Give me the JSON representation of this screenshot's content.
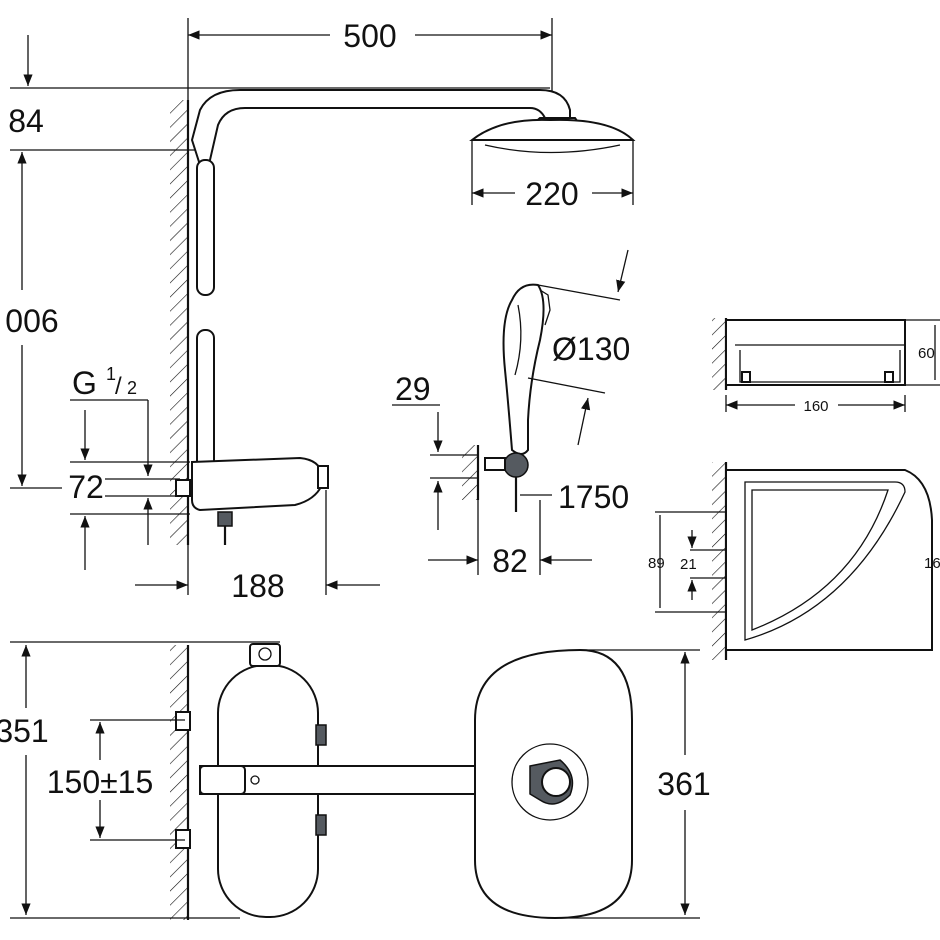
{
  "dimensions": {
    "arm_length": "500",
    "top_offset": "84",
    "head_diameter": "220",
    "total_height": "006",
    "inlet_thread_g": "G",
    "inlet_thread_num": "1",
    "inlet_thread_den": "2",
    "inlet_height": "72",
    "thermostat_depth": "188",
    "handshower_diameter": "Ø130",
    "holder_offset": "29",
    "holder_height": "1750",
    "holder_depth": "82",
    "body_height": "351",
    "inlet_centres": "150±15",
    "plate_height": "361"
  },
  "shelf_dimensions": {
    "shelf_width": "160",
    "shelf_depth": "60",
    "corner_offset": "89",
    "corner_gap": "21",
    "corner_size": "16"
  },
  "colors": {
    "line": "#111111",
    "fill": "#ffffff",
    "shade": "#555a60"
  }
}
